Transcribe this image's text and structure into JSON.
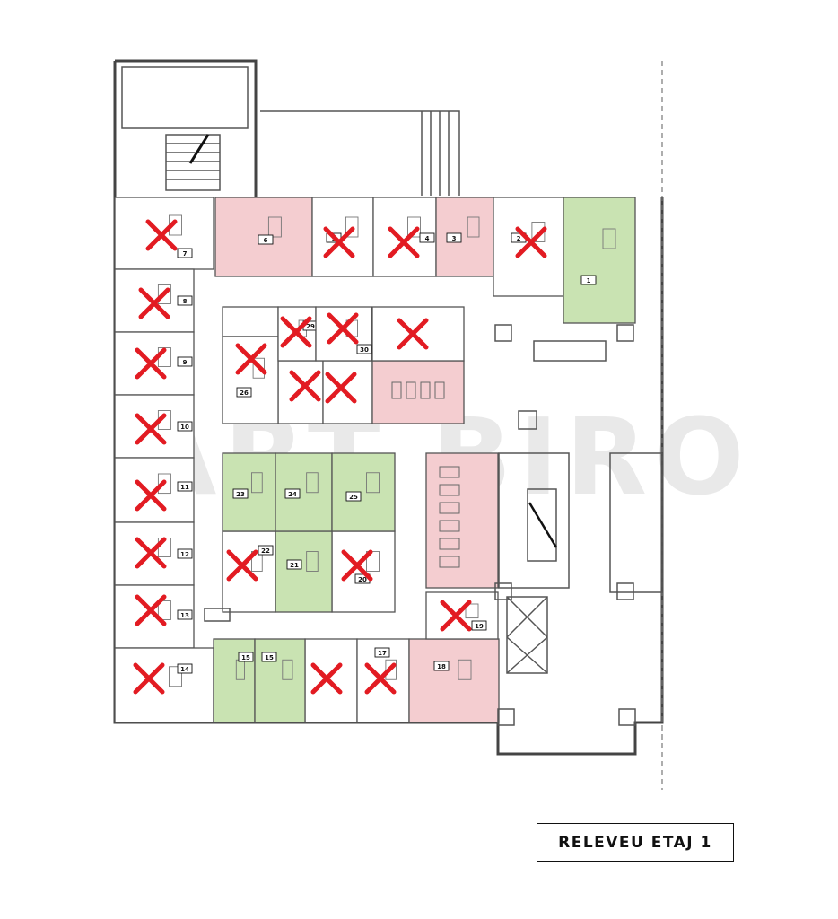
{
  "title": "RELEVEU ETAJ 1",
  "watermark": "ART BIRO",
  "colors": {
    "pink": "#f4cdd0",
    "green": "#c9e3b2",
    "cross": "#e21b22",
    "wall": "#444444"
  },
  "rooms": [
    {
      "num": "7",
      "status": "crossed"
    },
    {
      "num": "6",
      "status": "pink"
    },
    {
      "num": "5",
      "status": "crossed"
    },
    {
      "num": "4",
      "status": "crossed"
    },
    {
      "num": "3",
      "status": "pink"
    },
    {
      "num": "2",
      "status": "crossed"
    },
    {
      "num": "1",
      "status": "green"
    },
    {
      "num": "8",
      "status": "crossed"
    },
    {
      "num": "9",
      "status": "crossed"
    },
    {
      "num": "10",
      "status": "crossed"
    },
    {
      "num": "11",
      "status": "crossed"
    },
    {
      "num": "12",
      "status": "crossed"
    },
    {
      "num": "13",
      "status": "crossed"
    },
    {
      "num": "14",
      "status": "crossed"
    },
    {
      "num": "15",
      "status": "green"
    },
    {
      "num": "15",
      "status": "green"
    },
    {
      "num": "17",
      "status": "crossed"
    },
    {
      "num": "18",
      "status": "pink"
    },
    {
      "num": "19",
      "status": "crossed"
    },
    {
      "num": "20",
      "status": "crossed"
    },
    {
      "num": "21",
      "status": "green"
    },
    {
      "num": "22",
      "status": "crossed"
    },
    {
      "num": "23",
      "status": "green"
    },
    {
      "num": "24",
      "status": "green"
    },
    {
      "num": "25",
      "status": "green"
    },
    {
      "num": "26",
      "status": "crossed"
    },
    {
      "num": "29",
      "status": "crossed"
    },
    {
      "num": "30",
      "status": "crossed"
    }
  ]
}
